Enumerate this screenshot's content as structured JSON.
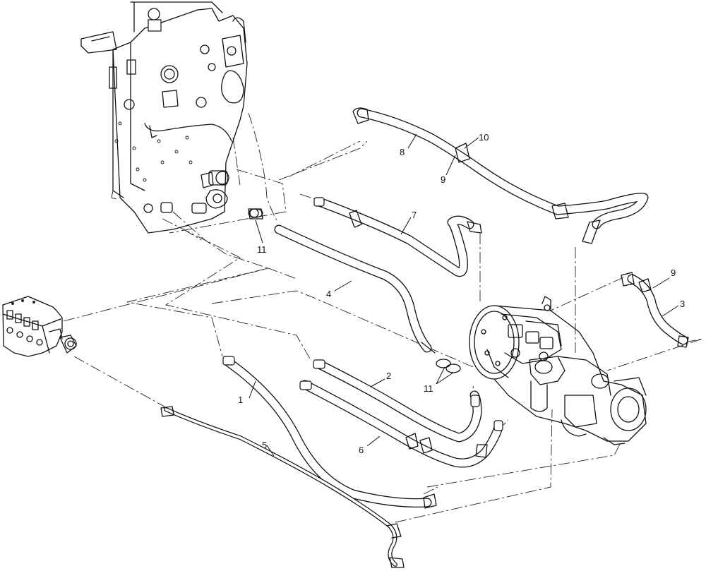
{
  "callouts": {
    "c1": "1",
    "c2": "2",
    "c3": "3",
    "c4": "4",
    "c5": "5",
    "c6": "6",
    "c7": "7",
    "c8": "8",
    "c9a": "9",
    "c9b": "9",
    "c10": "10",
    "c11a": "11",
    "c11b": "11"
  },
  "components": {
    "frame": "frame-bulkhead",
    "valve": "control-valve",
    "pump": "hydraulic-pump"
  }
}
